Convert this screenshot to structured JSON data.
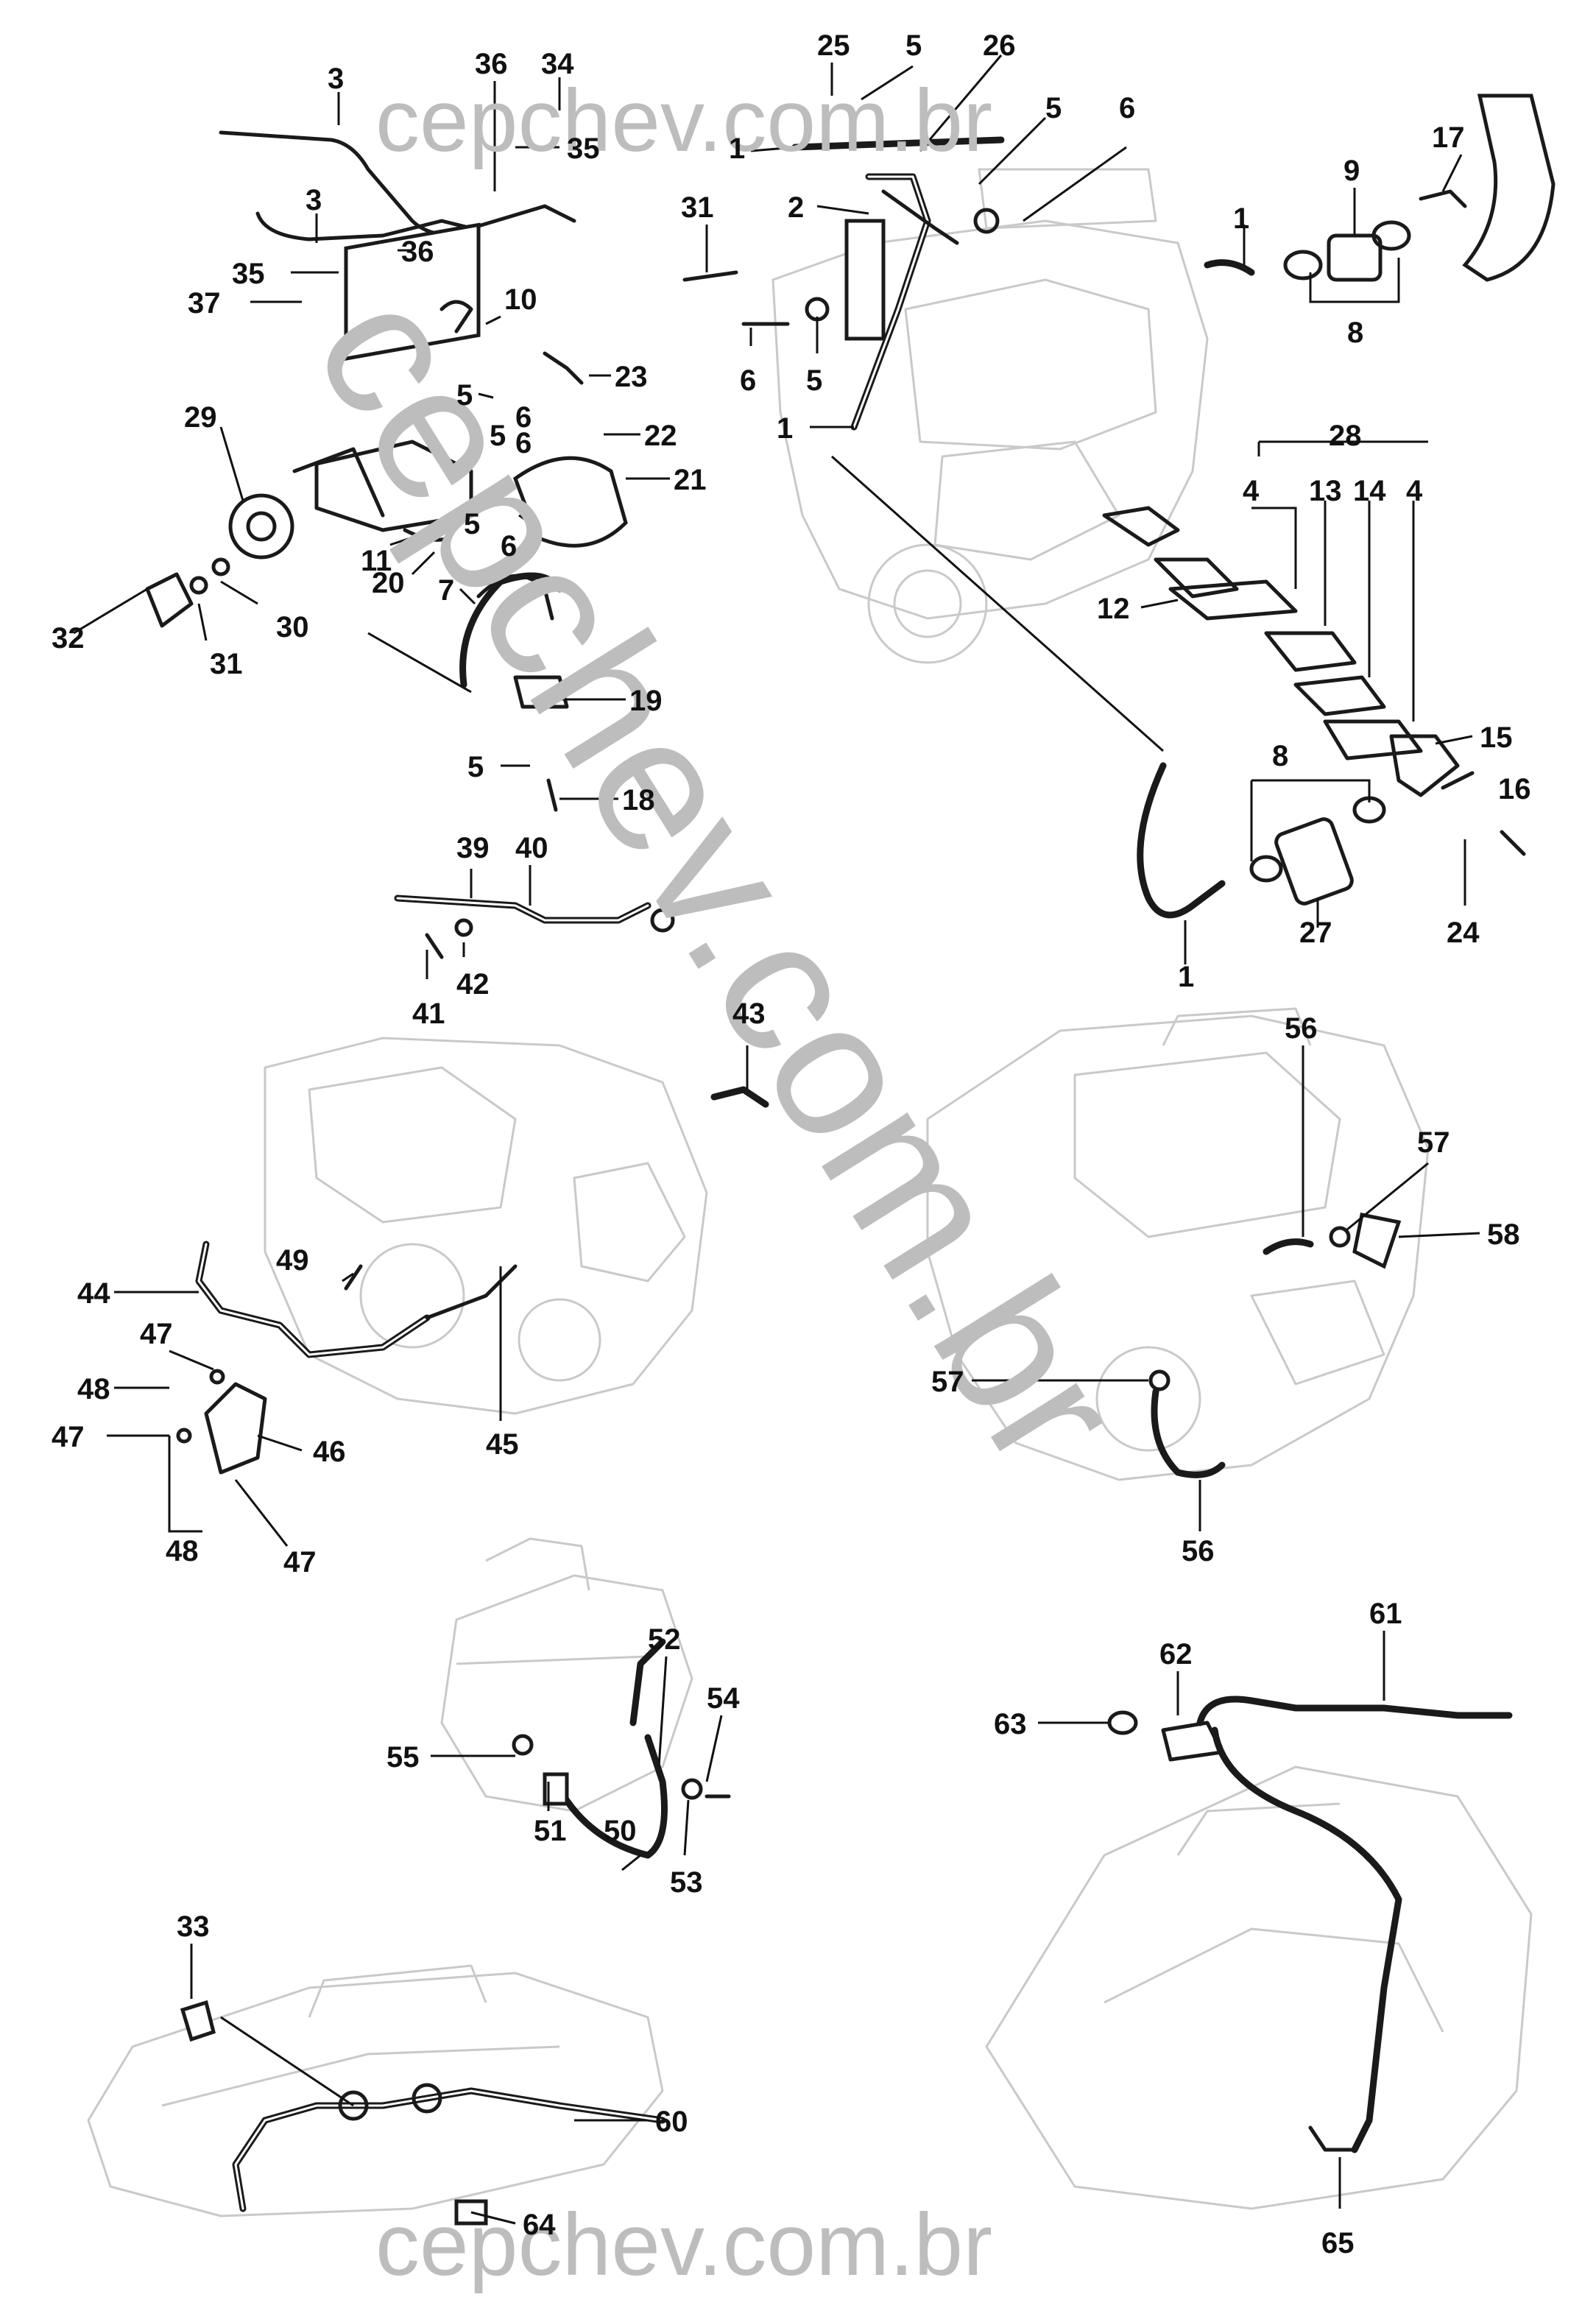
{
  "watermark": {
    "top": "cepchev.com.br",
    "bottom": "cepchev.com.br",
    "diagonal": "cepchev.com.br"
  },
  "callouts": [
    {
      "id": "c3a",
      "text": "3"
    },
    {
      "id": "c36a",
      "text": "36"
    },
    {
      "id": "c34",
      "text": "34"
    },
    {
      "id": "c35a",
      "text": "35"
    },
    {
      "id": "c3b",
      "text": "3"
    },
    {
      "id": "c35b",
      "text": "35"
    },
    {
      "id": "c36b",
      "text": "36"
    },
    {
      "id": "c37",
      "text": "37"
    },
    {
      "id": "c10",
      "text": "10"
    },
    {
      "id": "c23",
      "text": "23"
    },
    {
      "id": "c5a",
      "text": "5"
    },
    {
      "id": "c6a",
      "text": "6"
    },
    {
      "id": "c22",
      "text": "22"
    },
    {
      "id": "c29",
      "text": "29"
    },
    {
      "id": "c5b",
      "text": "5"
    },
    {
      "id": "c6b",
      "text": "6"
    },
    {
      "id": "c21",
      "text": "21"
    },
    {
      "id": "c5c",
      "text": "5"
    },
    {
      "id": "c6c",
      "text": "6"
    },
    {
      "id": "c11",
      "text": "11"
    },
    {
      "id": "c20",
      "text": "20"
    },
    {
      "id": "c7",
      "text": "7"
    },
    {
      "id": "c32",
      "text": "32"
    },
    {
      "id": "c31a",
      "text": "31"
    },
    {
      "id": "c30",
      "text": "30"
    },
    {
      "id": "c19",
      "text": "19"
    },
    {
      "id": "c5d",
      "text": "5"
    },
    {
      "id": "c18",
      "text": "18"
    },
    {
      "id": "c25",
      "text": "25"
    },
    {
      "id": "c5e",
      "text": "5"
    },
    {
      "id": "c26",
      "text": "26"
    },
    {
      "id": "c5f",
      "text": "5"
    },
    {
      "id": "c6d",
      "text": "6"
    },
    {
      "id": "c1a",
      "text": "1"
    },
    {
      "id": "c2",
      "text": "2"
    },
    {
      "id": "c31b",
      "text": "31"
    },
    {
      "id": "c5g",
      "text": "5"
    },
    {
      "id": "c6e",
      "text": "6"
    },
    {
      "id": "c1b",
      "text": "1"
    },
    {
      "id": "c1c",
      "text": "1"
    },
    {
      "id": "c9",
      "text": "9"
    },
    {
      "id": "c17",
      "text": "17"
    },
    {
      "id": "c8a",
      "text": "8"
    },
    {
      "id": "c28",
      "text": "28"
    },
    {
      "id": "c4a",
      "text": "4"
    },
    {
      "id": "c13",
      "text": "13"
    },
    {
      "id": "c14",
      "text": "14"
    },
    {
      "id": "c4b",
      "text": "4"
    },
    {
      "id": "c12",
      "text": "12"
    },
    {
      "id": "c15",
      "text": "15"
    },
    {
      "id": "c8b",
      "text": "8"
    },
    {
      "id": "c16",
      "text": "16"
    },
    {
      "id": "c27",
      "text": "27"
    },
    {
      "id": "c24",
      "text": "24"
    },
    {
      "id": "c1d",
      "text": "1"
    },
    {
      "id": "c39",
      "text": "39"
    },
    {
      "id": "c40",
      "text": "40"
    },
    {
      "id": "c41",
      "text": "41"
    },
    {
      "id": "c42",
      "text": "42"
    },
    {
      "id": "c43",
      "text": "43"
    },
    {
      "id": "c44",
      "text": "44"
    },
    {
      "id": "c49",
      "text": "49"
    },
    {
      "id": "c47a",
      "text": "47"
    },
    {
      "id": "c48a",
      "text": "48"
    },
    {
      "id": "c47b",
      "text": "47"
    },
    {
      "id": "c46",
      "text": "46"
    },
    {
      "id": "c45",
      "text": "45"
    },
    {
      "id": "c48b",
      "text": "48"
    },
    {
      "id": "c47c",
      "text": "47"
    },
    {
      "id": "c56a",
      "text": "56"
    },
    {
      "id": "c57a",
      "text": "57"
    },
    {
      "id": "c58",
      "text": "58"
    },
    {
      "id": "c57b",
      "text": "57"
    },
    {
      "id": "c56b",
      "text": "56"
    },
    {
      "id": "c52",
      "text": "52"
    },
    {
      "id": "c54",
      "text": "54"
    },
    {
      "id": "c55",
      "text": "55"
    },
    {
      "id": "c51",
      "text": "51"
    },
    {
      "id": "c50",
      "text": "50"
    },
    {
      "id": "c53",
      "text": "53"
    },
    {
      "id": "c61",
      "text": "61"
    },
    {
      "id": "c62",
      "text": "62"
    },
    {
      "id": "c63",
      "text": "63"
    },
    {
      "id": "c65",
      "text": "65"
    },
    {
      "id": "c33",
      "text": "33"
    },
    {
      "id": "c60",
      "text": "60"
    },
    {
      "id": "c64",
      "text": "64"
    }
  ]
}
